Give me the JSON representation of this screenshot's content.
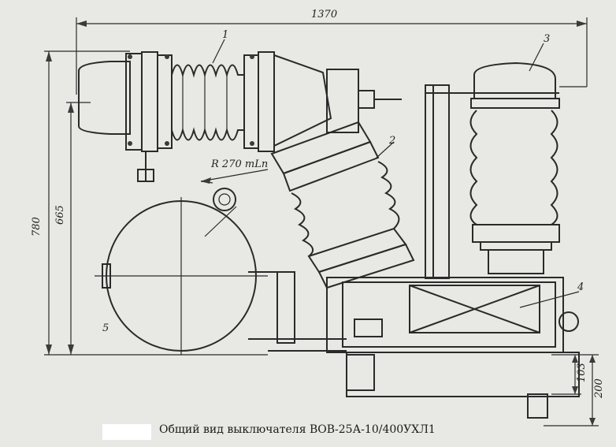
{
  "dimensions": {
    "overall_width": "1370",
    "height_total": "780",
    "height_665": "665",
    "height_103": "103",
    "height_200": "200",
    "radius": "R 270 mLn"
  },
  "callouts": [
    "1",
    "2",
    "3",
    "4",
    "5"
  ],
  "caption": "Общий вид выключателя ВОВ-25А-10/400УХЛ1"
}
